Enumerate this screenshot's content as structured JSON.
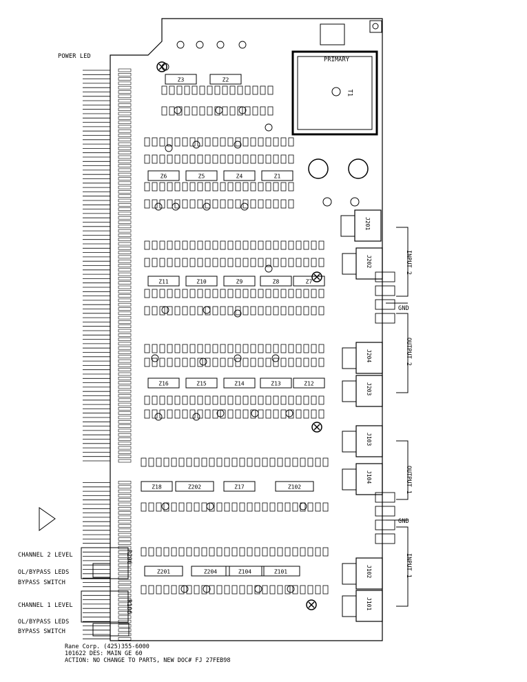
{
  "labels": {
    "power_led": "POWER LED",
    "channel2_level": "CHANNEL 2 LEVEL",
    "ol_bypass_leds_2": "OL/BYPASS LEDS",
    "bypass_switch_2": "BYPASS SWITCH",
    "channel1_level": "CHANNEL 1 LEVEL",
    "ol_bypass_leds_1": "OL/BYPASS LEDS",
    "bypass_switch_1": "BYPASS SWITCH",
    "primary": "PRIMARY",
    "t1": "T1",
    "r206": "R206",
    "r106": "R106"
  },
  "side_labels": {
    "input2": "INPUT 2",
    "gnd_top": "GND",
    "output2": "OUTPUT 2",
    "output1": "OUTPUT 1",
    "gnd_bottom": "GND",
    "input1": "INPUT 1"
  },
  "jacks": [
    "J201",
    "J202",
    "J204",
    "J203",
    "J103",
    "J104",
    "J102",
    "J101"
  ],
  "ics": [
    "Z3",
    "Z2",
    "Z6",
    "Z5",
    "Z4",
    "Z1",
    "Z11",
    "Z10",
    "Z9",
    "Z8",
    "Z7",
    "Z16",
    "Z15",
    "Z14",
    "Z13",
    "Z12",
    "Z18",
    "Z202",
    "Z17",
    "Z102",
    "Z201",
    "Z204",
    "Z104",
    "Z101"
  ],
  "footer": {
    "line1": "Rane Corp.  (425)355-6000",
    "line2": "101622 DES: MAIN GE 60",
    "line3": "ACTION: NO CHANGE TO PARTS, NEW DOC# FJ 27FEB98"
  }
}
